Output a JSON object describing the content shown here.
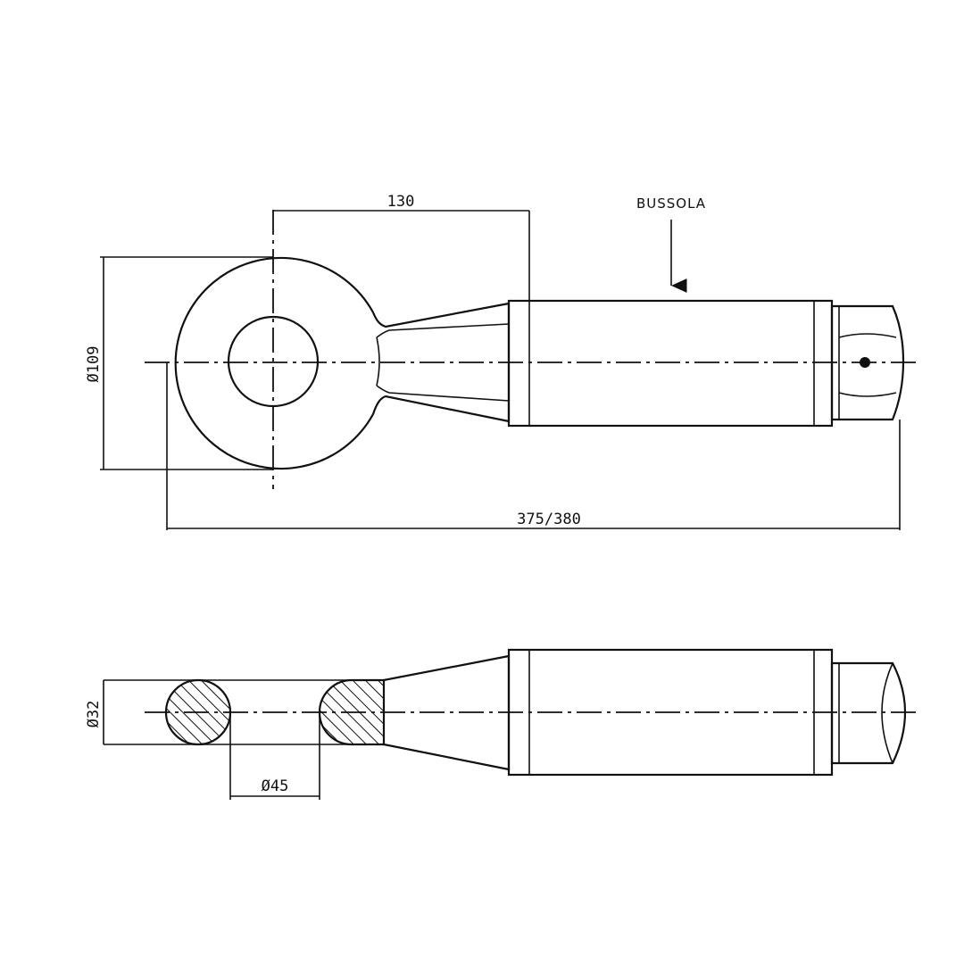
{
  "dimensions": {
    "distance_center_to_sleeve": "130",
    "eye_outer_diameter": "Ø109",
    "overall_length": "375/380",
    "section_thickness": "Ø32",
    "bore_diameter": "Ø45"
  },
  "annotations": {
    "sleeve_label": "BUSSOLA"
  }
}
